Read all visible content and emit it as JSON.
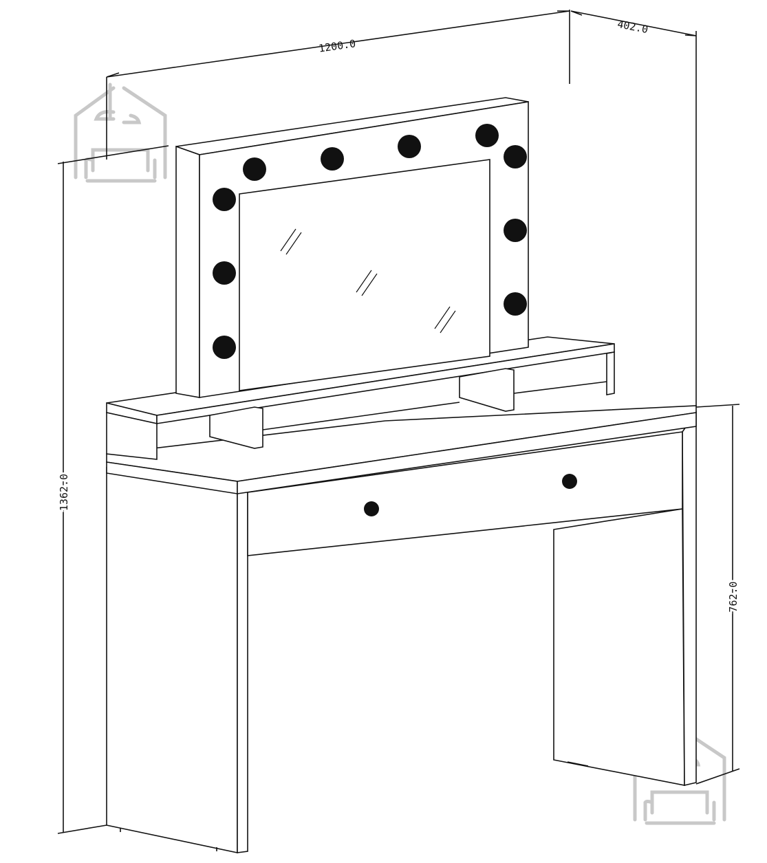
{
  "drawing": {
    "title": "Dressing table with lighted mirror",
    "dimensions": {
      "width": "1200.0",
      "depth": "402.0",
      "total_height": "1362.0",
      "table_height": "762.0"
    },
    "bulb_count": 10,
    "drawer_knob_count": 2,
    "colors": {
      "line": "#111111",
      "watermark": "#c8c8c8",
      "bulb": "#111111"
    }
  }
}
